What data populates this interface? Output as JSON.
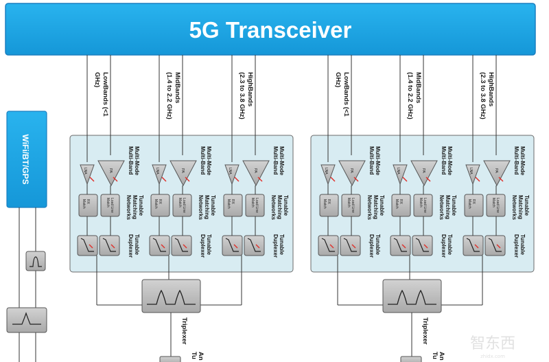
{
  "transceiver": {
    "title": "5G Transceiver"
  },
  "wifi": {
    "label": "WiFi/BT/GPS"
  },
  "bands": [
    {
      "line1": "LowBands (<1",
      "line2": "GHz)"
    },
    {
      "line1": "MidBands",
      "line2": "(1.4 to 2.2 GHz)"
    },
    {
      "line1": "HighBands",
      "line2": "(2.3 to 3.8 GHz)"
    }
  ],
  "labels": {
    "multi_mode": "Multi-Mode",
    "multi_band": "Multi-Band",
    "tunable": "Tunable",
    "matching": "Matching",
    "networks": "Networks",
    "duplexer": "Duplexer",
    "triplexer": "Triplexer",
    "lna": "LNA",
    "pa": "PA",
    "rx_match_1": "RX",
    "rx_match_2": "Match",
    "load_match_1": "Load Line",
    "load_match_2": "Match",
    "antenna_1": "An",
    "antenna_2": "Tu"
  },
  "watermark": {
    "text": "智东西",
    "sub": "zhidx.com"
  },
  "colors": {
    "transceiver_fill": "#1aa7e6",
    "transceiver_border": "#1a7fc0",
    "module_fill": "#d8ecf2",
    "component_fill": "#b4b4b4",
    "marker": "#e0302a"
  }
}
